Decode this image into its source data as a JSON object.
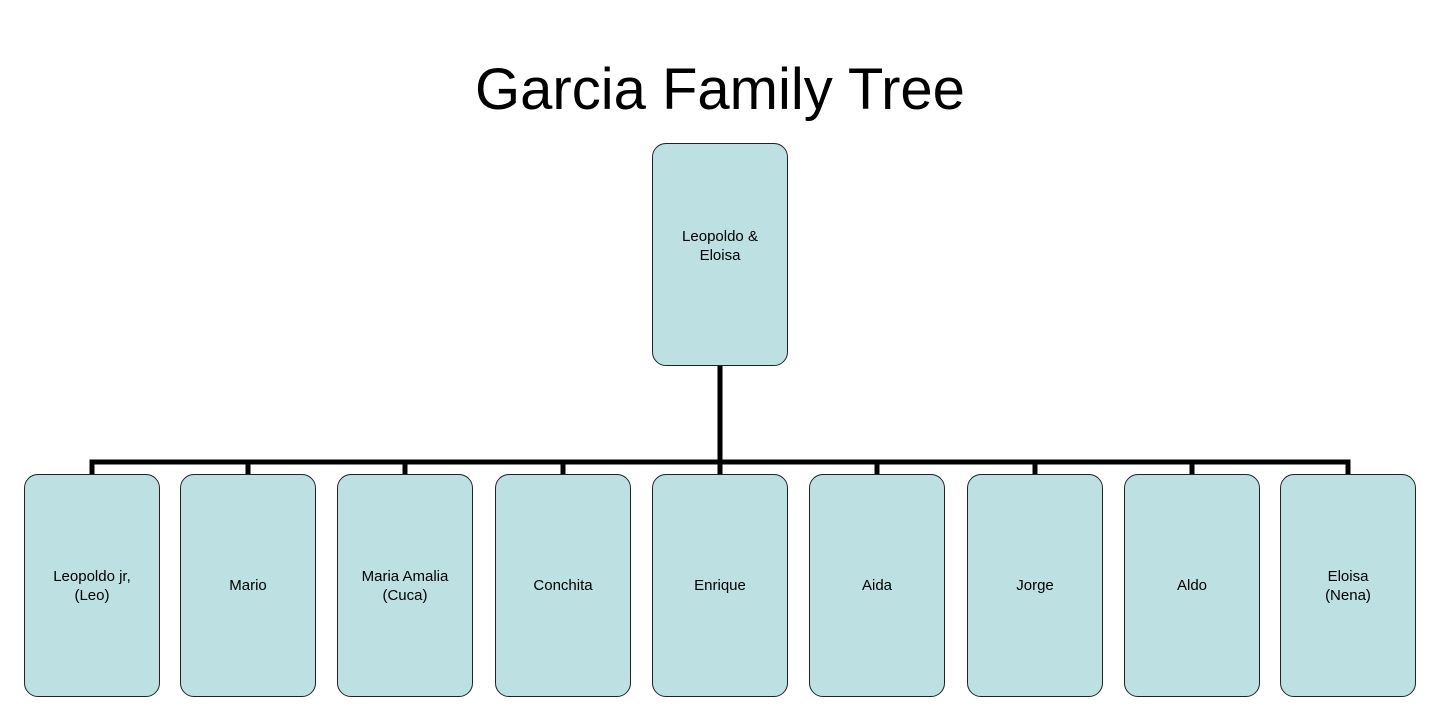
{
  "diagram": {
    "title": "Garcia Family Tree",
    "root": {
      "label": "Leopoldo &\nEloisa"
    },
    "children": [
      {
        "label": "Leopoldo jr,\n(Leo)"
      },
      {
        "label": "Mario"
      },
      {
        "label": "Maria Amalia\n(Cuca)"
      },
      {
        "label": "Conchita"
      },
      {
        "label": "Enrique"
      },
      {
        "label": "Aida"
      },
      {
        "label": "Jorge"
      },
      {
        "label": "Aldo"
      },
      {
        "label": "Eloisa\n(Nena)"
      }
    ],
    "colors": {
      "node_fill": "#bde0e3",
      "node_border": "#222222",
      "connector": "#000000"
    }
  }
}
